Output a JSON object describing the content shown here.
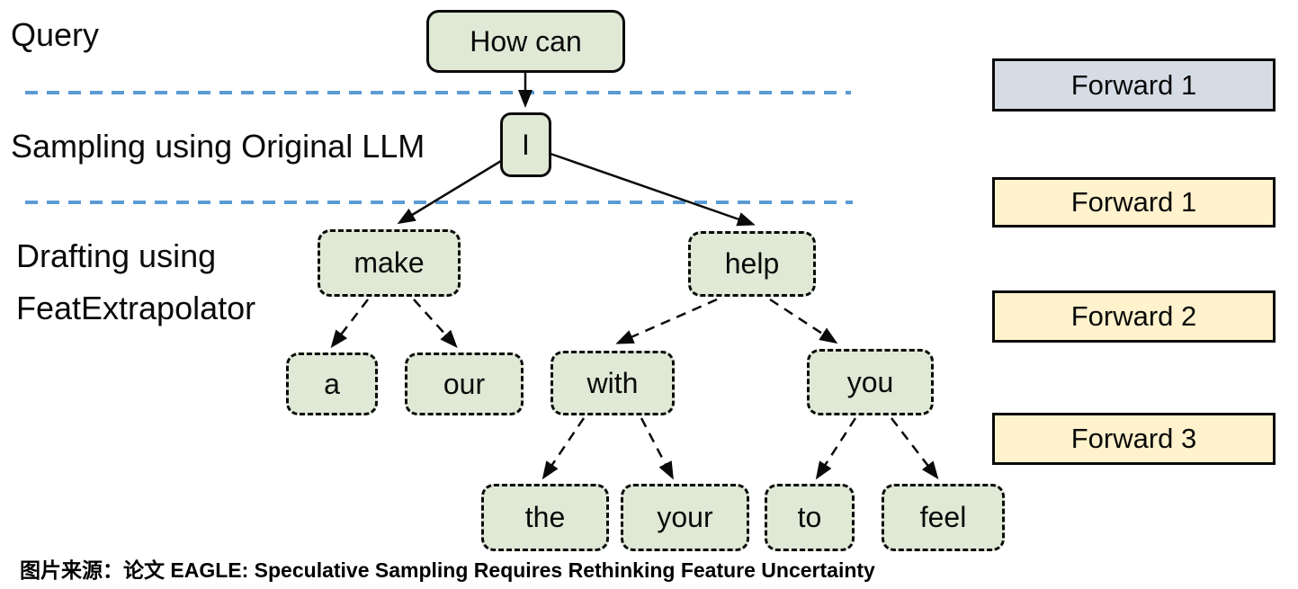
{
  "left_labels": {
    "query": "Query",
    "sampling": "Sampling using Original LLM",
    "drafting_line1": "Drafting using",
    "drafting_line2": "FeatExtrapolator"
  },
  "tree": {
    "root_label": "How can",
    "sampled_label": "I",
    "draft": {
      "make": "make",
      "help": "help",
      "a": "a",
      "our": "our",
      "with": "with",
      "you": "you",
      "the": "the",
      "your": "your",
      "to": "to",
      "feel": "feel"
    }
  },
  "forward_badges": [
    {
      "label": "Forward 1",
      "fill": "#d6dce5"
    },
    {
      "label": "Forward 1",
      "fill": "#fff2cc"
    },
    {
      "label": "Forward 2",
      "fill": "#fff2cc"
    },
    {
      "label": "Forward 3",
      "fill": "#fff2cc"
    }
  ],
  "caption": "图片来源：论文 EAGLE: Speculative Sampling Requires Rethinking Feature Uncertainty",
  "colors": {
    "node_fill": "#dfe9d5",
    "node_border": "#0a0a0a",
    "divider_blue": "#5b9bd5",
    "forward_blue_fill": "#d6dce5",
    "forward_yellow_fill": "#fff2cc",
    "arrow_black": "#000000"
  }
}
